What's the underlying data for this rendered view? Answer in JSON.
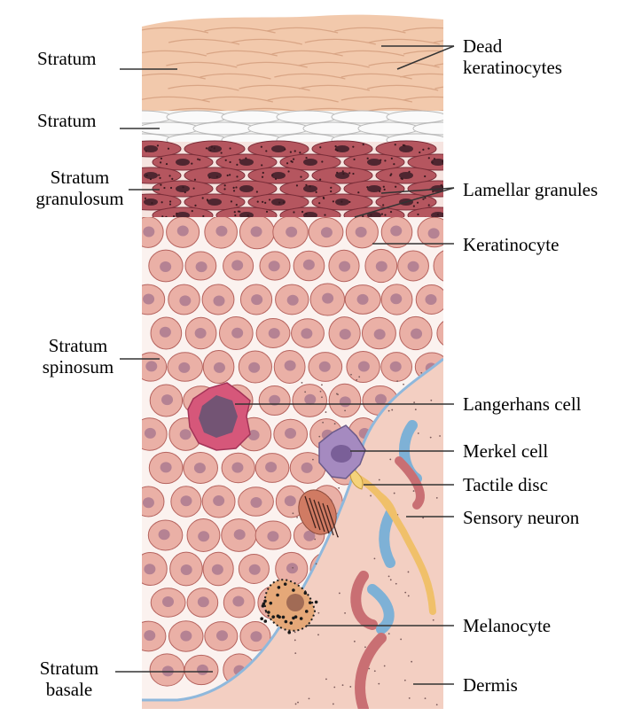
{
  "left_labels": {
    "stratum_top": "Stratum",
    "stratum_second": "Stratum",
    "granulosum_line1": "Stratum",
    "granulosum_line2": "granulosum",
    "spinosum_line1": "Stratum",
    "spinosum_line2": "spinosum",
    "basale_line1": "Stratum",
    "basale_line2": "basale"
  },
  "right_labels": {
    "dead_line1": "Dead",
    "dead_line2": "keratinocytes",
    "lamellar": "Lamellar granules",
    "keratinocyte": "Keratinocyte",
    "langerhans": "Langerhans cell",
    "merkel": "Merkel cell",
    "tactile": "Tactile disc",
    "sensory": "Sensory neuron",
    "melanocyte": "Melanocyte",
    "dermis": "Dermis"
  },
  "colors": {
    "corneum": "#f2c9ac",
    "lucidum": "#f4f4f2",
    "granulosum": "#b5565f",
    "spinosum_cell": "#eab0a6",
    "nucleus": "#b58293",
    "dermis": "#f3cfc2",
    "langerhans": "#d6577a",
    "merkel": "#a58ac0",
    "neuron": "#f0c06a",
    "vessel_blue": "#7eb1d6",
    "vessel_red": "#c96f73",
    "leader": "#333333"
  }
}
